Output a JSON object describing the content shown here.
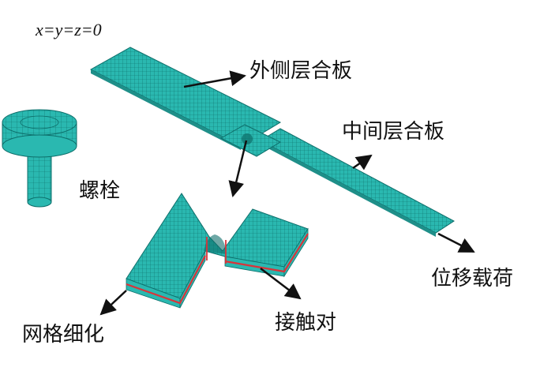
{
  "labels": {
    "coordinates": "x=y=z=0",
    "outer_laminate": "外侧层合板",
    "middle_laminate": "中间层合板",
    "bolt": "螺栓",
    "displacement_load": "位移载荷",
    "mesh_refinement": "网格细化",
    "contact_pair": "接触对"
  },
  "colors": {
    "mesh_fill": "#2ab8b0",
    "mesh_line": "#0d6e6a",
    "contact_line": "#d9343a",
    "arrow": "#111111",
    "text": "#111111"
  }
}
